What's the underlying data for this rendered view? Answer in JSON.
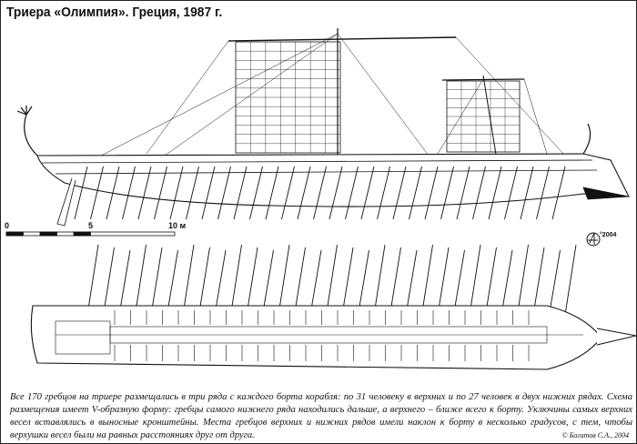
{
  "title": "Триера «Олимпия». Греция, 1987 г.",
  "scale_bar": {
    "labels": [
      "0",
      "5",
      "10 м"
    ]
  },
  "author_mark": {
    "year": "°2004"
  },
  "caption": "Все 170 гребцов на триере размещались в три ряда с каждого борта корабля: по 31 человеку в верхних и по 27 человек в двух нижних рядах. Схема размещения имеет V-образную форму: гребцы самого нижнего ряда находились дальше, а верхнего – ближе всего к борту. Уключины самых верхних весел вставлялись в выносные кронштейны. Места гребцов верхних и нижних рядов имели наклон к борту в несколько градусов, с тем, чтобы верхушки весел были на равных расстояниях друг от друга.",
  "copyright": "© Богатов С.А., 2004",
  "colors": {
    "ink": "#111111",
    "paper": "#ffffff"
  }
}
